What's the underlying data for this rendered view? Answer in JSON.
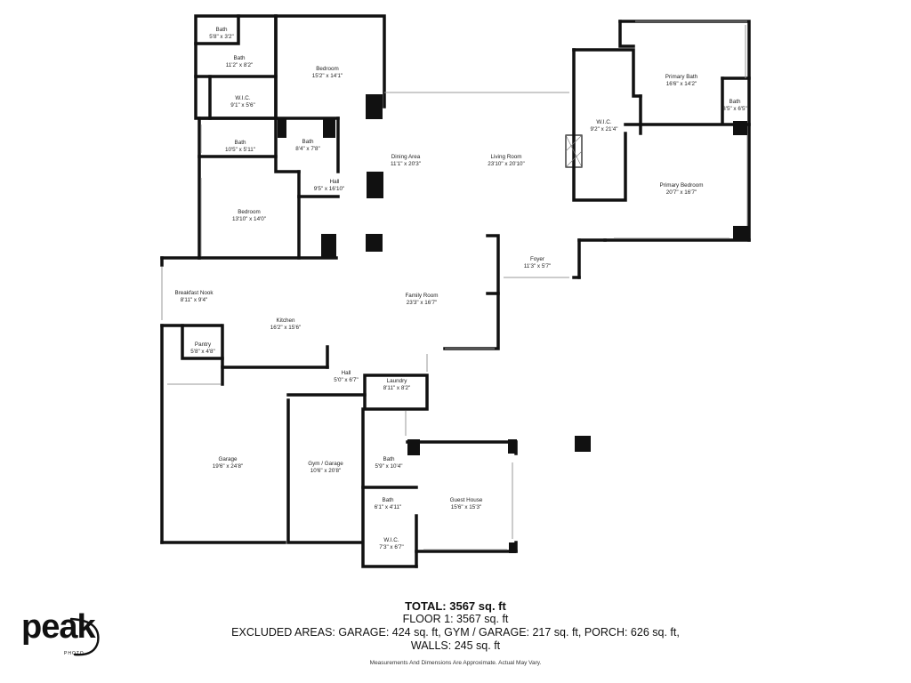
{
  "rooms": [
    {
      "key": "bath1",
      "name": "Bath",
      "dims": "5'8\" x 3'2\""
    },
    {
      "key": "bath2",
      "name": "Bath",
      "dims": "11'2\" x 8'2\""
    },
    {
      "key": "bedroom1",
      "name": "Bedroom",
      "dims": "15'2\" x 14'1\""
    },
    {
      "key": "wic1",
      "name": "W.I.C.",
      "dims": "9'1\" x 5'6\""
    },
    {
      "key": "bath3",
      "name": "Bath",
      "dims": "10'5\" x 5'11\""
    },
    {
      "key": "bath4",
      "name": "Bath",
      "dims": "8'4\" x 7'8\""
    },
    {
      "key": "hall1",
      "name": "Hall",
      "dims": "9'5\" x 16'10\""
    },
    {
      "key": "bedroom2",
      "name": "Bedroom",
      "dims": "13'10\" x 14'0\""
    },
    {
      "key": "dining",
      "name": "Dining Area",
      "dims": "11'1\" x 20'3\""
    },
    {
      "key": "living",
      "name": "Living Room",
      "dims": "23'10\" x 20'10\""
    },
    {
      "key": "wic2",
      "name": "W.I.C.",
      "dims": "9'2\" x 21'4\""
    },
    {
      "key": "primarybath",
      "name": "Primary Bath",
      "dims": "16'6\" x 14'2\""
    },
    {
      "key": "bath5",
      "name": "Bath",
      "dims": "3'5\" x 6'5\""
    },
    {
      "key": "primarybed",
      "name": "Primary Bedroom",
      "dims": "20'7\" x 16'7\""
    },
    {
      "key": "foyer",
      "name": "Foyer",
      "dims": "11'3\" x 5'7\""
    },
    {
      "key": "nook",
      "name": "Breakfast Nook",
      "dims": "8'11\" x 9'4\""
    },
    {
      "key": "family",
      "name": "Family Room",
      "dims": "23'3\" x 16'7\""
    },
    {
      "key": "kitchen",
      "name": "Kitchen",
      "dims": "16'2\" x 15'6\""
    },
    {
      "key": "pantry",
      "name": "Pantry",
      "dims": "5'8\" x 4'8\""
    },
    {
      "key": "hall2",
      "name": "Hall",
      "dims": "5'0\" x 6'7\""
    },
    {
      "key": "laundry",
      "name": "Laundry",
      "dims": "8'11\" x 8'2\""
    },
    {
      "key": "garage",
      "name": "Garage",
      "dims": "19'6\" x 24'8\""
    },
    {
      "key": "gym",
      "name": "Gym / Garage",
      "dims": "10'6\" x 20'8\""
    },
    {
      "key": "bath6",
      "name": "Bath",
      "dims": "5'9\" x 10'4\""
    },
    {
      "key": "bath7",
      "name": "Bath",
      "dims": "6'1\" x 4'11\""
    },
    {
      "key": "guest",
      "name": "Guest House",
      "dims": "15'6\" x 15'3\""
    },
    {
      "key": "wic3",
      "name": "W.I.C.",
      "dims": "7'3\" x 6'7\""
    }
  ],
  "summary": {
    "total": "TOTAL: 3567 sq. ft",
    "floor": "FLOOR 1: 3567 sq. ft",
    "excluded": "EXCLUDED AREAS: GARAGE: 424 sq. ft, GYM / GARAGE: 217 sq. ft, PORCH: 626 sq. ft,",
    "walls": "WALLS: 245 sq. ft",
    "disclaimer": "Measurements And Dimensions Are Approximate. Actual May Vary."
  },
  "logo": {
    "word": "peak",
    "sub": "PHOTO"
  }
}
